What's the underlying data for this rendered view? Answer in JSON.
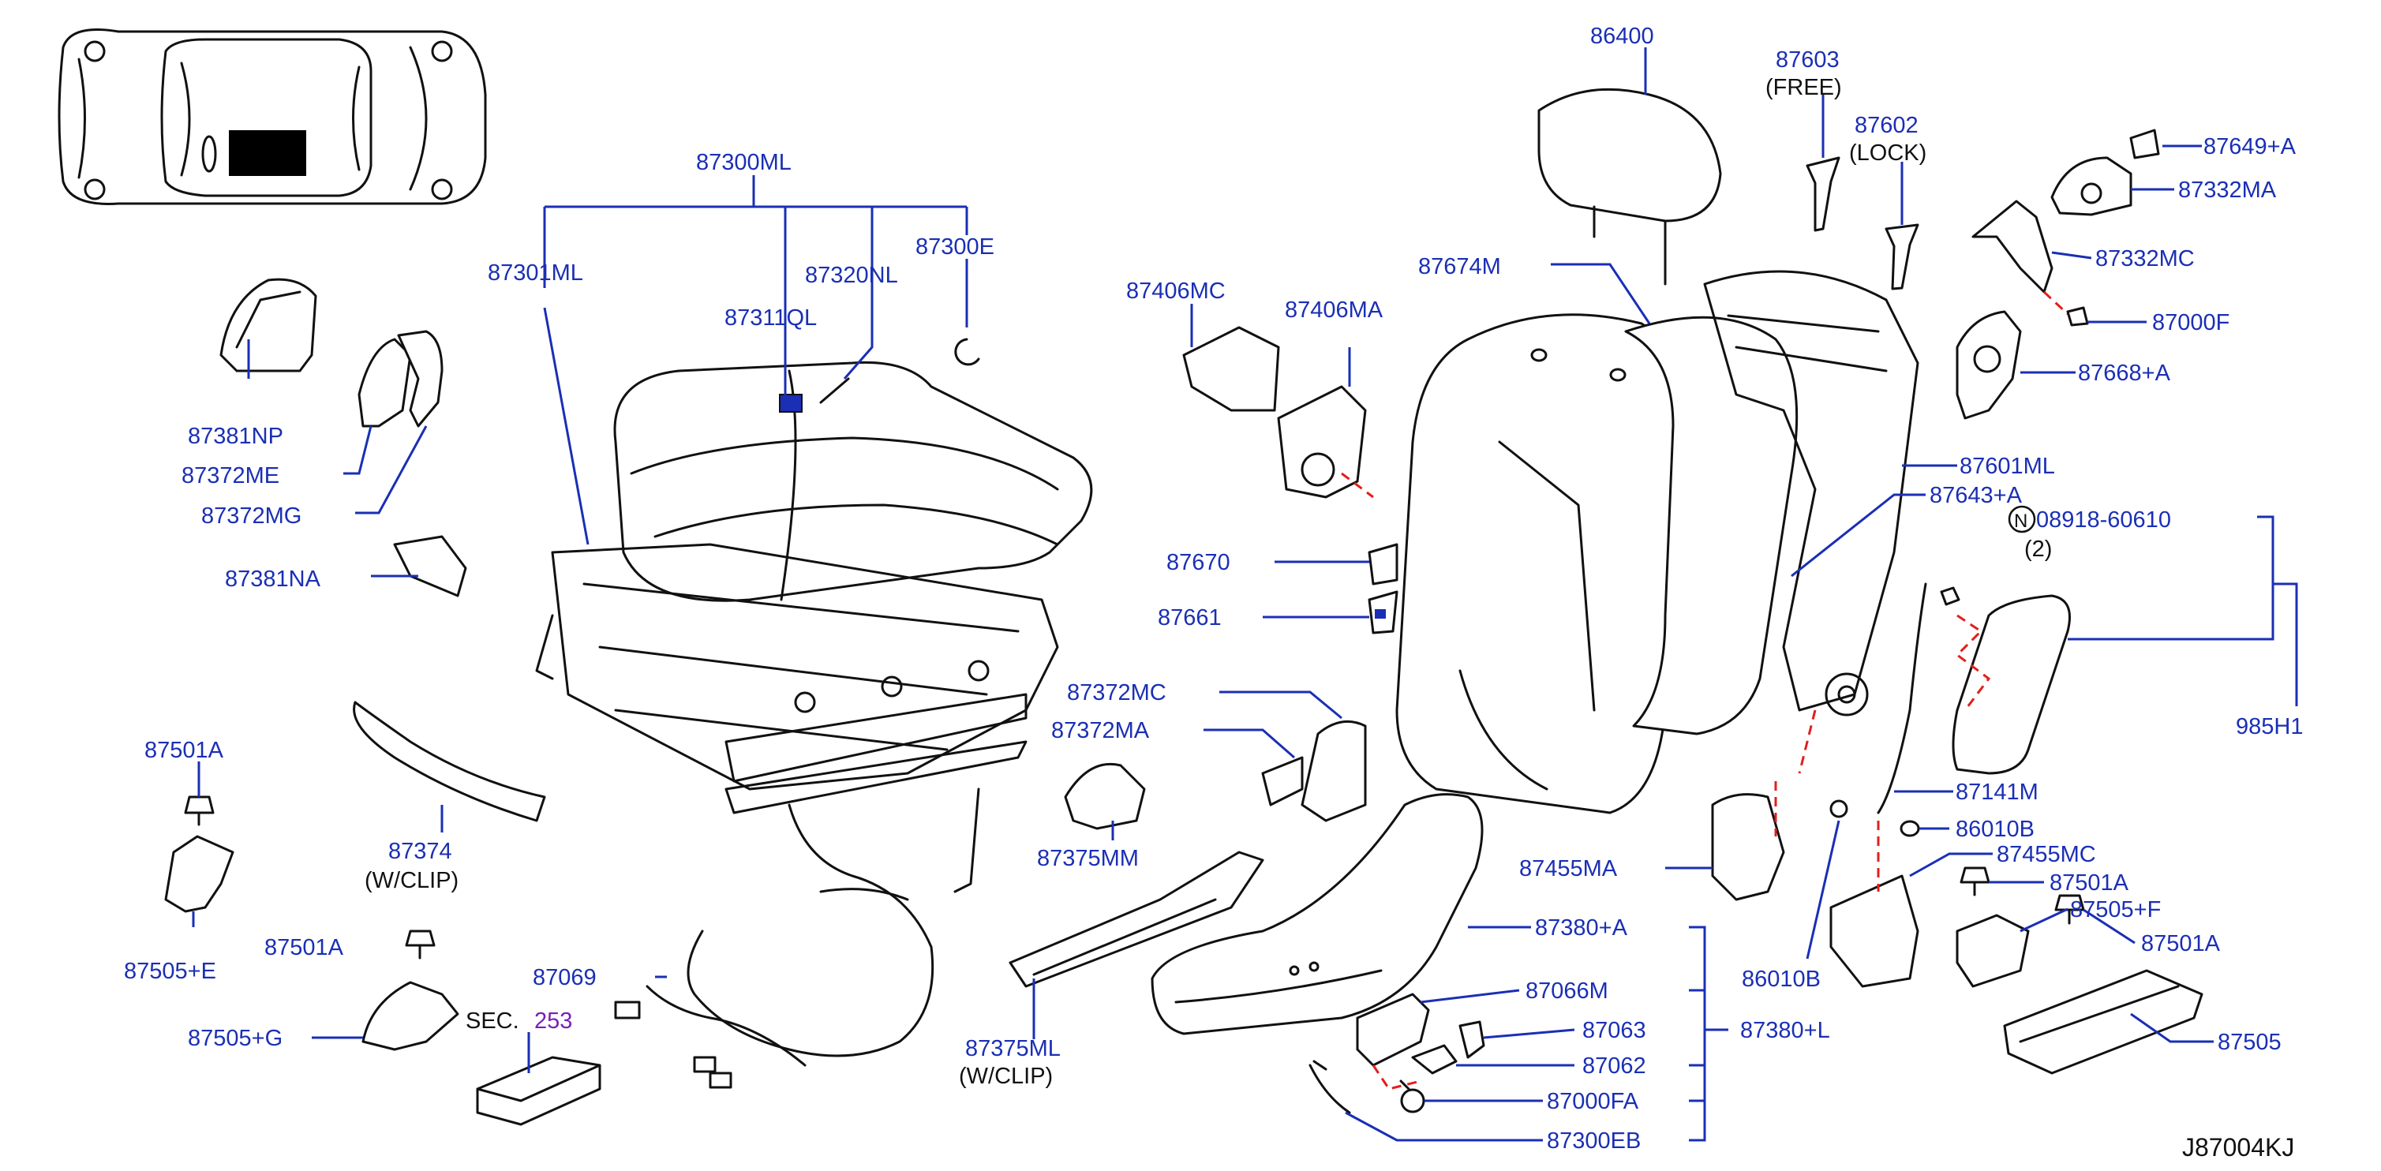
{
  "diagram": {
    "code": "J87004KJ",
    "colors": {
      "label": "#1a2fb5",
      "leader": "#1a2fb5",
      "line": "#111111",
      "dashed": "#e0201c",
      "section": "#7a1fb5"
    },
    "labels": {
      "p87300ML": "87300ML",
      "p87301ML": "87301ML",
      "p87311QL": "87311QL",
      "p87320NL": "87320NL",
      "p87300E": "87300E",
      "p87381NP": "87381NP",
      "p87372ME": "87372ME",
      "p87372MG": "87372MG",
      "p87381NA": "87381NA",
      "p87374": "87374",
      "p87374_note": "(W/CLIP)",
      "p87501A_1": "87501A",
      "p87505E": "87505+E",
      "p87501A_2": "87501A",
      "p87505G": "87505+G",
      "p87069": "87069",
      "sec_prefix": "SEC.",
      "sec_num": "253",
      "p87406MC": "87406MC",
      "p87406MA": "87406MA",
      "p87670": "87670",
      "p87661": "87661",
      "p87372MC": "87372MC",
      "p87372MA": "87372MA",
      "p87375MM": "87375MM",
      "p87375ML": "87375ML",
      "p87375ML_note": "(W/CLIP)",
      "p86400": "86400",
      "p87674M": "87674M",
      "p87603": "87603",
      "p87603_note": "(FREE)",
      "p87602": "87602",
      "p87602_note": "(LOCK)",
      "p87649A": "87649+A",
      "p87332MA": "87332MA",
      "p87332MC": "87332MC",
      "p87000F": "87000F",
      "p87668A": "87668+A",
      "p87601ML": "87601ML",
      "p87643A": "87643+A",
      "n_symbol": "N",
      "p08918": "08918-60610",
      "p08918_qty": "(2)",
      "p985H1": "985H1",
      "p87141M": "87141M",
      "p86010B_1": "86010B",
      "p87455MA": "87455MA",
      "p87455MC": "87455MC",
      "p87501A_3": "87501A",
      "p87505F": "87505+F",
      "p87501A_4": "87501A",
      "p86010B_2": "86010B",
      "p87505": "87505",
      "p87380A": "87380+A",
      "p87066M": "87066M",
      "p87063": "87063",
      "p87380L": "87380+L",
      "p87062": "87062",
      "p87000FA": "87000FA",
      "p87300EB": "87300EB"
    }
  }
}
